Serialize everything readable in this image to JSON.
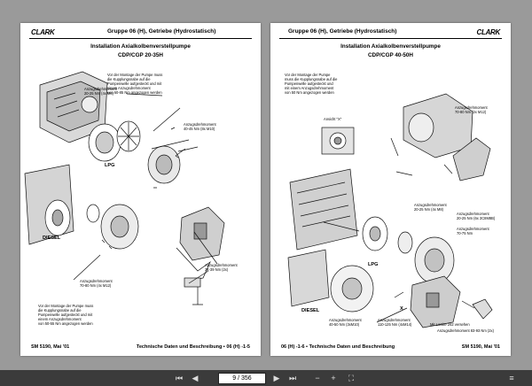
{
  "left_page": {
    "logo": "CLARK",
    "header": "Gruppe  06 (H), Getriebe (Hydrostatisch)",
    "title": "Installation  Axialkolbenverstellpumpe",
    "subtitle": "CDP/CGP 20-35H",
    "note_top": [
      "Vor der Montage der Pumpe muss",
      "die Kupplungsnabe auf die",
      "Pumpenwelle aufgesteckt und mit",
      "einem Anzugsdrehmoment",
      "von 60-85 Nm angezogen werden"
    ],
    "torque_1": [
      "Anzugsdrehmoment",
      "20-25 Nm (4x M8)"
    ],
    "torque_2": [
      "Anzugsdrehmoment",
      "40-45 Nm (8x M10)"
    ],
    "label_lpg": "LPG",
    "label_diesel": "DIESEL",
    "torque_3": [
      "Anzugsdrehmoment",
      "34-39 Nm (2x)"
    ],
    "torque_4": [
      "Anzugsdrehmoment",
      "70-80 Nm (4x M12)"
    ],
    "note_bottom": [
      "Vor der Montage der Pumpe muss",
      "die Kupplungsnabe auf die",
      "Pumpenwelle aufgesteckt und mit",
      "einem Anzugsdrehmoment",
      "von 50-55 Nm angezogen werden"
    ],
    "footer_left": "SM 5190, Mai '01",
    "footer_right": "Technische Daten und Beschreibung  ▪  06 (H) -1-5"
  },
  "right_page": {
    "logo": "CLARK",
    "header": "Gruppe  06 (H), Getriebe (Hydrostatisch)",
    "title": "Installation  Axialkolbenverstellpumpe",
    "subtitle": "CDP/CGP 40-50H",
    "note_top": [
      "Vor der Montage der Pumpe",
      "muss die Kupplungsnabe auf die",
      "Pumpenwelle aufgesteckt und",
      "mit einem Anzugsdrehmoment",
      "von 50 Nm angezogen werden"
    ],
    "view_label": "Ansicht \"X\"",
    "torque_1": [
      "Anzugsdrehmoment",
      "70-80 Nm (2x M12)"
    ],
    "torque_2": [
      "Anzugsdrehmoment",
      "20-25 Nm (4x M8)"
    ],
    "torque_3": [
      "Anzugsdrehmoment",
      "20-25 Nm (6x 3C8M8B)"
    ],
    "torque_4": [
      "Anzugsdrehmoment",
      "70-75 Nm"
    ],
    "label_lpg": "LPG",
    "label_diesel": "DIESEL",
    "torque_5": [
      "Anzugsdrehmoment",
      "40-50 Nm (3xM10)"
    ],
    "torque_6": [
      "Anzugsdrehmoment",
      "110-125 Nm (4xM14)"
    ],
    "loctite": "Mit Loctite 262 versehen",
    "torque_7": [
      "Anzugsdrehmoment 83-93 Nm (2x)"
    ],
    "marker_x": "X",
    "footer_left": "06 (H) -1-6  ▪  Technische Daten und Beschreibung",
    "footer_right": "SM 5190, Mai '01"
  },
  "toolbar": {
    "current_page": "9",
    "total_pages": "356",
    "page_display": "9 / 356"
  },
  "icons": [
    "first-page-icon",
    "prev-page-icon",
    "next-page-icon",
    "last-page-icon",
    "zoom-out-icon",
    "zoom-in-icon",
    "fit-page-icon",
    "menu-icon"
  ]
}
